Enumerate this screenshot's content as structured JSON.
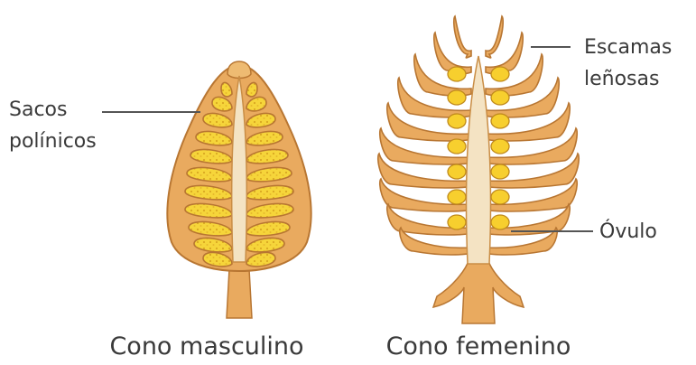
{
  "labels": {
    "pollen_sacs": [
      "Sacos",
      "polínicos"
    ],
    "woody_scales": [
      "Escamas",
      "leñosas"
    ],
    "ovule": "Óvulo"
  },
  "captions": {
    "male": "Cono masculino",
    "female": "Cono femenino"
  },
  "colors": {
    "scale_fill": "#e9aa5f",
    "scale_outline": "#b87632",
    "pollen": "#f6d53a",
    "pollen_dot": "#d9a821",
    "axis": "#f4e3c3",
    "ovule": "#f7cf2e",
    "leader_line": "#555555"
  }
}
